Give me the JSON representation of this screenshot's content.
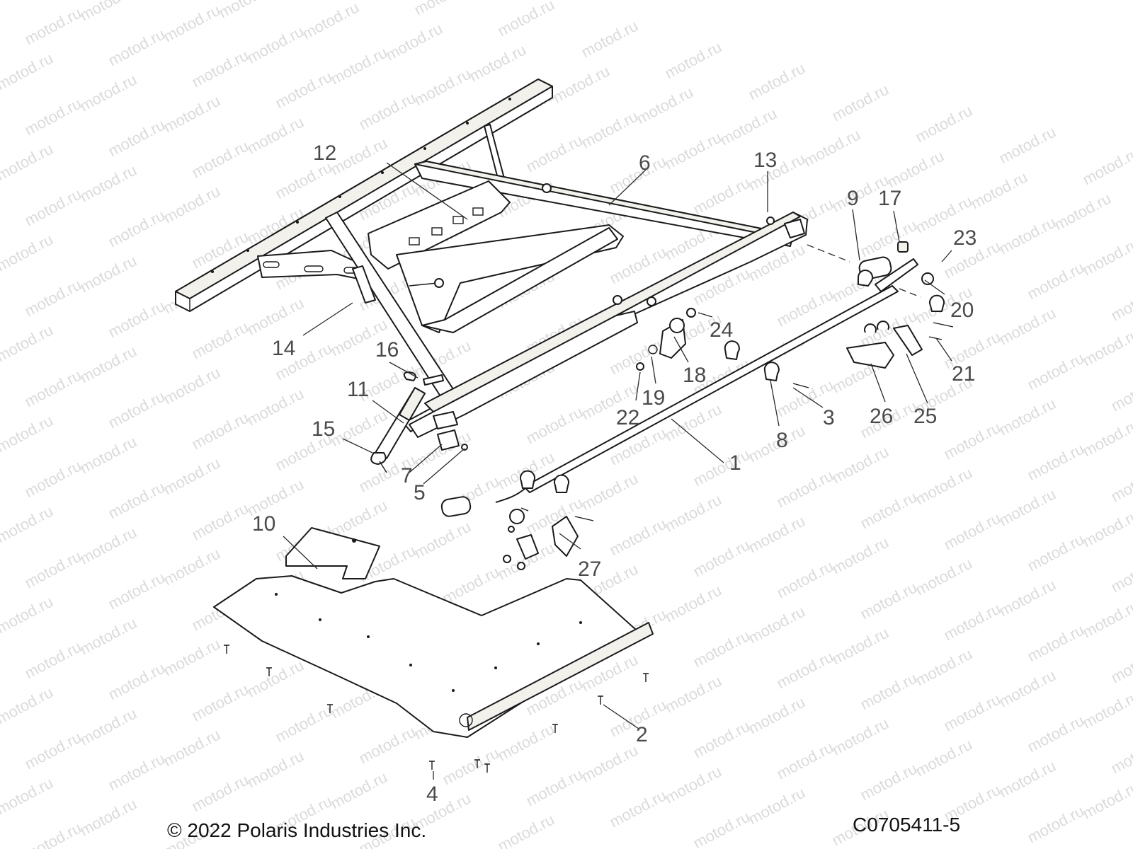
{
  "footer": {
    "copyright": "© 2022 Polaris Industries Inc.",
    "figure_code": "C0705411-5"
  },
  "watermark": {
    "text": "motod.ru"
  },
  "callouts": [
    {
      "id": "1",
      "label": "1"
    },
    {
      "id": "2",
      "label": "2"
    },
    {
      "id": "3",
      "label": "3"
    },
    {
      "id": "4",
      "label": "4"
    },
    {
      "id": "5",
      "label": "5"
    },
    {
      "id": "6",
      "label": "6"
    },
    {
      "id": "7",
      "label": "7"
    },
    {
      "id": "8",
      "label": "8"
    },
    {
      "id": "9",
      "label": "9"
    },
    {
      "id": "10",
      "label": "10"
    },
    {
      "id": "11",
      "label": "11"
    },
    {
      "id": "12",
      "label": "12"
    },
    {
      "id": "13",
      "label": "13"
    },
    {
      "id": "14",
      "label": "14"
    },
    {
      "id": "15",
      "label": "15"
    },
    {
      "id": "16",
      "label": "16"
    },
    {
      "id": "17",
      "label": "17"
    },
    {
      "id": "18",
      "label": "18"
    },
    {
      "id": "19",
      "label": "19"
    },
    {
      "id": "20",
      "label": "20"
    },
    {
      "id": "21",
      "label": "21"
    },
    {
      "id": "22",
      "label": "22"
    },
    {
      "id": "23",
      "label": "23"
    },
    {
      "id": "24",
      "label": "24"
    },
    {
      "id": "25",
      "label": "25"
    },
    {
      "id": "26",
      "label": "26"
    },
    {
      "id": "27",
      "label": "27"
    }
  ]
}
